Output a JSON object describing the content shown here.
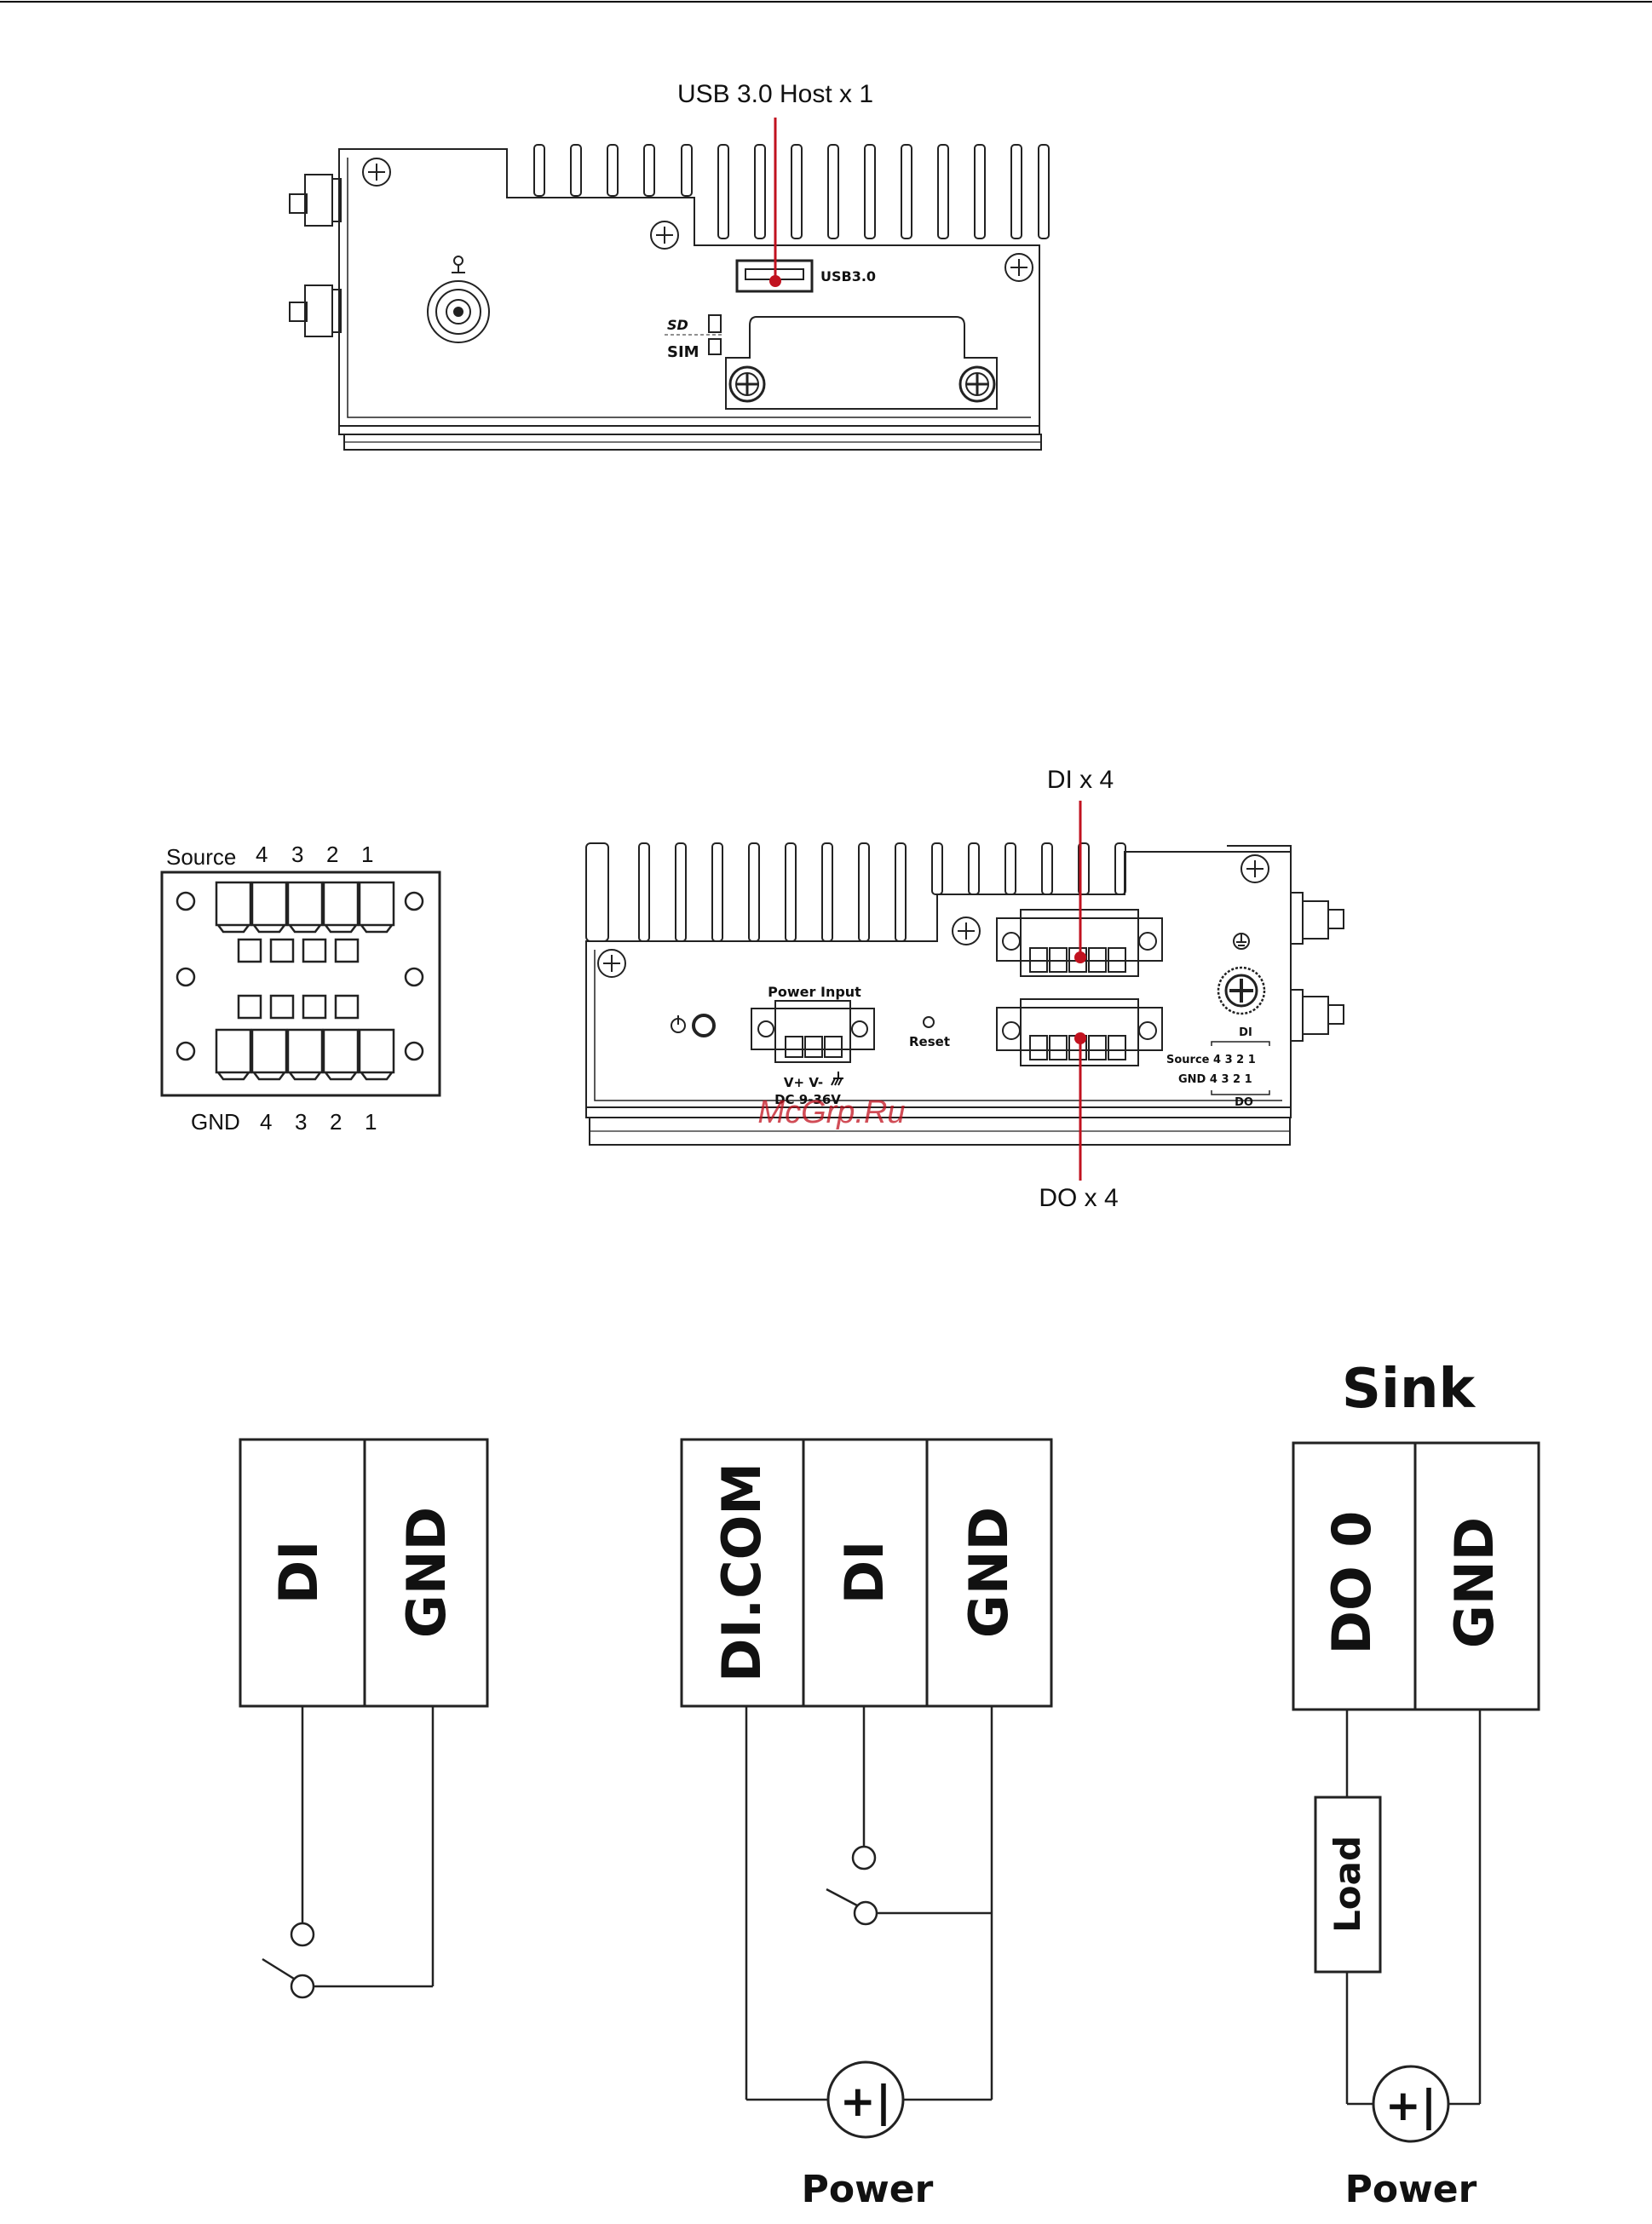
{
  "top_panel": {
    "callout_usb": "USB 3.0 Host x 1",
    "port_usb_label": "USB3.0",
    "sd_label": "SD",
    "sim_label": "SIM"
  },
  "front_panel": {
    "callout_di": "DI x 4",
    "callout_do": "DO x 4",
    "power_input_label": "Power Input",
    "power_pins_label": "V+  V-",
    "power_dc_label": "DC 9-36V",
    "reset_label": "Reset",
    "di_label": "DI",
    "do_label": "DO",
    "source_row": "Source 4 3 2 1",
    "gnd_row": "GND 4 3 2 1",
    "watermark": "McGrp.Ru"
  },
  "connector_pinout": {
    "top_labels": [
      "Source",
      "4",
      "3",
      "2",
      "1"
    ],
    "bottom_labels": [
      "GND",
      "4",
      "3",
      "2",
      "1"
    ]
  },
  "wiring": {
    "dry_contact": {
      "cells": [
        "DI",
        "GND"
      ]
    },
    "wet_contact": {
      "cells": [
        "DI.COM",
        "DI",
        "GND"
      ],
      "power_label": "Power",
      "power_symbol": "+|"
    },
    "sink": {
      "title": "Sink",
      "cells": [
        "DO 0",
        "GND"
      ],
      "load_label": "Load",
      "power_label": "Power",
      "power_symbol": "+|"
    }
  }
}
